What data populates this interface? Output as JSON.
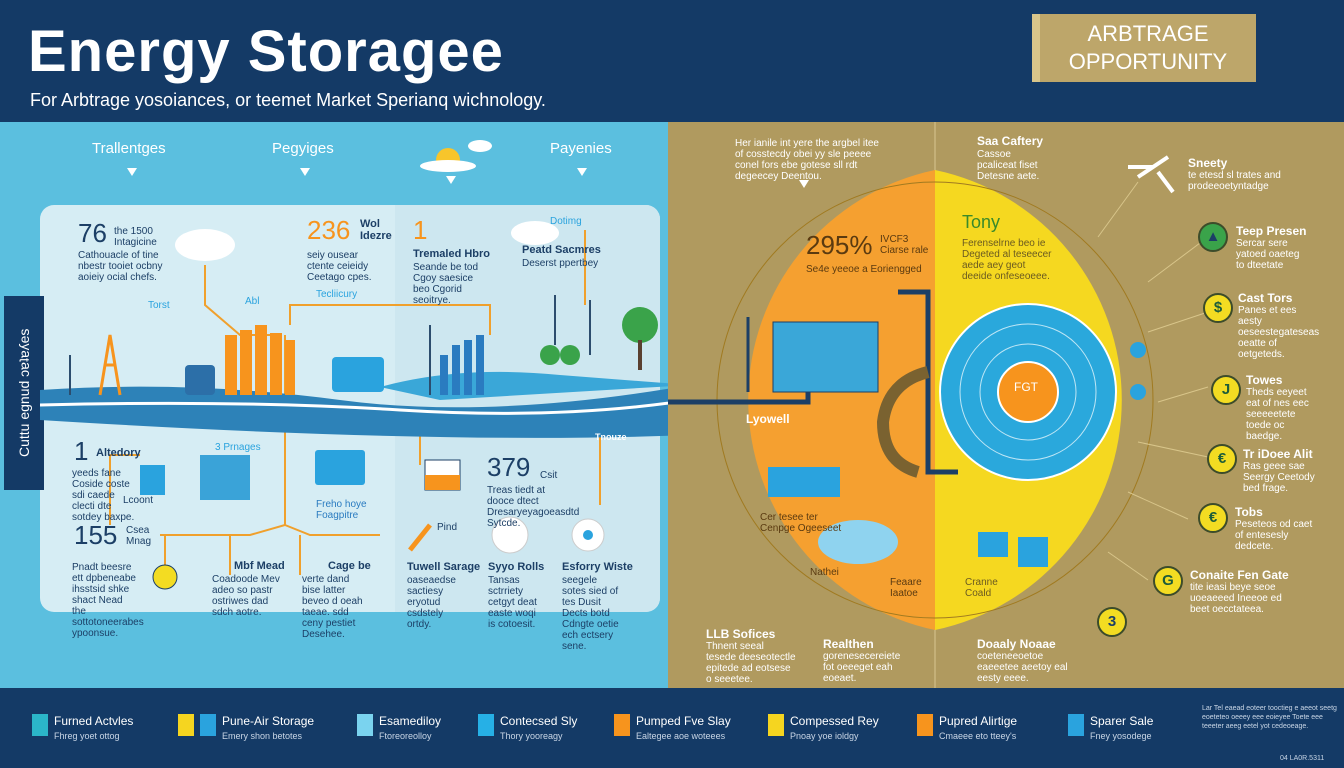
{
  "header": {
    "title": "Energy Storagee",
    "subtitle": "For Arbtrage yosoiances, or teemet Market Sperianq wichnology.",
    "badge_line1": "ARBTRAGE",
    "badge_line2": "OPPORTUNITY"
  },
  "side_tab": "Cuttu egnud ɔɐʇɐʎes",
  "columns": [
    "Trallentges",
    "Pegyiges",
    "Payenies"
  ],
  "left": {
    "stat1": {
      "num": "76",
      "label": "the 1500",
      "sub": "Intagicine",
      "body": "Cathouacle of tine nbestr tooiet ocbny aoieiy ocial chefs."
    },
    "stat2": {
      "num": "236",
      "label": "Wol Idezre",
      "body": "seiy ousear ctente ceieidy Ceetago cpes."
    },
    "stat3": {
      "num": "1",
      "title": "Tremaled Hbro",
      "body": "Seande be tod Cgoy saesice beo Cgorid seoitrye."
    },
    "stat4": {
      "top": "Dotimg",
      "title": "Peatd Sacmres",
      "body": "Deserst ppertbey"
    },
    "labels": {
      "torst": "Torst",
      "abl": "Abl",
      "techlicury": "Tecliicury",
      "lyowell": "Lyowell",
      "tnouze": "Tnouze"
    },
    "stat5": {
      "num": "1",
      "title": "Altedory",
      "body": "yeeds fane Coside coste sdi caede clecti dte sotdey baxpe."
    },
    "icon_labels": {
      "lcoont": "Lcoont",
      "prongs": "3 Prnages",
      "frehoye": "Freho hoye Foagpitre",
      "pind": "Pind"
    },
    "stat6": {
      "num": "155",
      "label": "Csea Mnag",
      "body": "Pnadt beesre ett dpbeneabe ihsstsid shke shact Nead the sottotoneerabes ypoonsue."
    },
    "item_mhead": {
      "title": "Mbf Mead",
      "body": "Coadoode Mev adeo so pastr ostriwes dad sdch aotre."
    },
    "item_cage": {
      "title": "Cage be",
      "body": "verte dand bise latter beveo d oeah taeae. sdd ceny pestiet Desehee."
    },
    "stat7": {
      "num": "379",
      "label": "Csit",
      "body": "Treas tiedt at dooce dtect Dresaryeyagoeasdtd Sytcde."
    },
    "items": [
      {
        "title": "Tuwell Sarage",
        "body": "oaseaedse sactiesy eryotud csdstely ortdy."
      },
      {
        "title": "Syyo Rolls",
        "body": "Tansas sctrriety cetgyt deat easte woqi is cotoesit."
      },
      {
        "title": "Esforry Wiste",
        "body": "seegele sotes sied of tes Dusit Dects botd Cdngte oetie ech ectsery sene."
      }
    ]
  },
  "right": {
    "intro": "Her ianile int yere the argbel itee of cosstecdy obei yy sle peeee conel fors ebe gotese sll rdt degeecey Deentou.",
    "pct": {
      "num": "295%",
      "label": "IVCF3 Ciarse rale",
      "body": "Se4e yeeoe a Eoriengged"
    },
    "tony": {
      "title": "Tony",
      "body": "Ferenselrne beo ie Degeted al teseecer aede aey geot deeide onfeseoeee."
    },
    "sac": {
      "title": "Saa Caftery",
      "body": "Cassoe pcaliceat fiset Detesne aete."
    },
    "center": "FGT",
    "side": [
      {
        "title": "Sneety",
        "body": "te etesd sl trates and prodeeoetyntadge"
      },
      {
        "title": "Teep Presen",
        "body": "Sercar sere yatoed oaeteg to dteetate",
        "icon": "cone-icon",
        "glyph": "▲"
      },
      {
        "title": "Cast Tors",
        "body": "Panes et ees aesty oeseestegateseas oeatte of oetgeteds.",
        "icon": "dollar-icon",
        "glyph": "$"
      },
      {
        "title": "Towes",
        "body": "Theds eeyeet eat of nes eec seeeeetete toede oc baedge.",
        "icon": "yen-icon",
        "glyph": "J"
      },
      {
        "title": "Tr iDoee Alit",
        "body": "Ras geee sae Seergy Ceetody bed frage.",
        "icon": "euro-icon",
        "glyph": "€"
      },
      {
        "title": "Tobs",
        "body": "Peseteos od caet of entesesly dedcete.",
        "icon": "euro-icon",
        "glyph": "€"
      },
      {
        "title": "Conaite Fen Gate",
        "body": "tite ieasi beye seoe uoeaeeed Ineeoe ed beet oecctateea.",
        "icon": "cycle-icon",
        "glyph": "G"
      }
    ],
    "bottom": [
      {
        "title": "LLB Sofices",
        "body": "Thnent seeal tesede deeseotectle epitede ad eotsese o seeetee."
      },
      {
        "title": "Realthen",
        "body": "gorenesecereiete fot oeeeget eah eoeaet."
      },
      {
        "title": "Doaaly Noaae",
        "body": "coeteneeoetoe eaeeetee aeetoy eal eesty eeee."
      }
    ],
    "inner_labels": {
      "cer": "Cer tesee ter Cenpge Ogeeseet",
      "nathe": "Nathei",
      "feaare": "Feaare Iaatoe",
      "cranne": "Cranne Coald"
    },
    "marker": "3"
  },
  "legend": [
    {
      "label": "Furned Actvles",
      "sub": "Fhreg yoet ottog",
      "color": "#2bb6c9"
    },
    {
      "label": "Pune-Air Storage",
      "sub": "Emery shon betotes",
      "color": "#2aa3de",
      "pre": "#f5d520"
    },
    {
      "label": "Esamediloy",
      "sub": "Ftoreoreolloy",
      "color": "#7ad3ef"
    },
    {
      "label": "Contecsed Sly",
      "sub": "Thory yooreagy",
      "color": "#26b0e6"
    },
    {
      "label": "Pumped Fve Slay",
      "sub": "Ealtegee aoe woteees",
      "color": "#f7941d"
    },
    {
      "label": "Compessed Rey",
      "sub": "Pnoay yoe ioldgy",
      "color": "#f5d520"
    },
    {
      "label": "Pupred Alirtige",
      "sub": "Cmaeee eto tteey's",
      "color": "#f7941d"
    },
    {
      "label": "Sparer Sale",
      "sub": "Fney yosodege",
      "color": "#2aa3de"
    }
  ],
  "footnote": "Lar Tel eaead eoteer tooctieg e aeeot seetg eoeteteo oeeey eee eoieyee Toete eee teeeter aeeg eetel yot cedeoeage.",
  "footnote_code": "04 LA0R.5311",
  "colors": {
    "navy": "#143a66",
    "sky": "#5bbfdf",
    "khaki": "#b09a5f",
    "orange": "#f5a030",
    "yellow": "#f5d820",
    "blue": "#2aa8dc"
  }
}
